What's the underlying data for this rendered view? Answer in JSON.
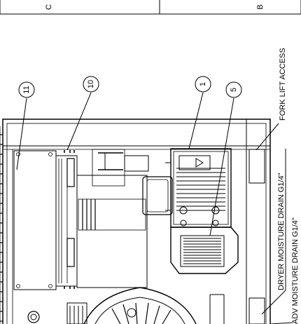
{
  "title_block": {
    "zones": [
      "C",
      "B"
    ]
  },
  "callouts": [
    "11",
    "10",
    "1",
    "5"
  ],
  "notes": {
    "fork_lift": "FORK LIFT ACCESS",
    "dryer_drain": "DRYER MOISTURE DRAIN G1/4\"",
    "adv_drain": "ADV MOISTURE DRAIN G1/4\""
  }
}
